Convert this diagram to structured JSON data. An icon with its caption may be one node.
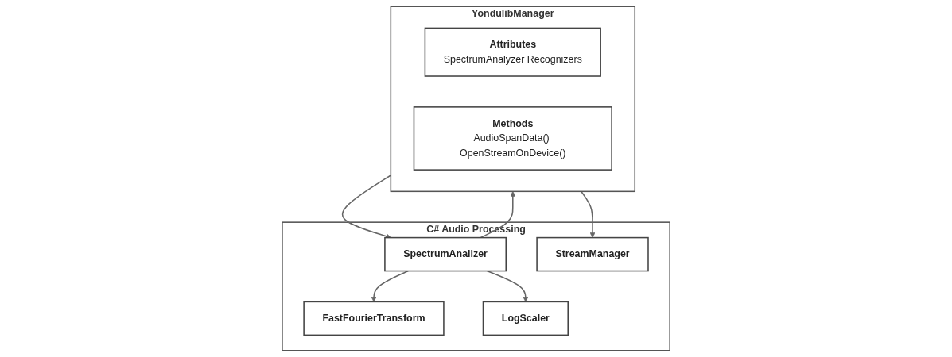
{
  "diagram": {
    "nodes": [
      {
        "text": [
          "C# Audio Processing"
        ]
      },
      {
        "text": [
          "FastFourierTransform"
        ],
        "in": 0
      },
      {
        "text": [
          "LogScaler"
        ],
        "in": 0
      },
      {
        "text": [
          "SpectrumAnalizer"
        ],
        "in": 0
      },
      {
        "text": [
          "StreamManager"
        ],
        "in": 0
      },
      {
        "text": [
          "YondulibManager"
        ]
      },
      {
        "text": [
          "Attributes",
          "SpectrumAnalyzer Recognizers"
        ],
        "in": 5
      },
      {
        "text": [
          "Methods",
          "AudioSpanData() OpenStreamOnDevice()"
        ],
        "in": 5
      }
    ],
    "edges": [
      {
        "from": 3,
        "to": 1,
        "arrow": "to"
      },
      {
        "from": 3,
        "to": 2,
        "arrow": "to"
      },
      {
        "from": 5,
        "to": 3,
        "arrow": "to"
      },
      {
        "from": 3,
        "to": 5,
        "arrow": "to"
      },
      {
        "from": 5,
        "to": 4,
        "arrow": "to"
      }
    ]
  }
}
